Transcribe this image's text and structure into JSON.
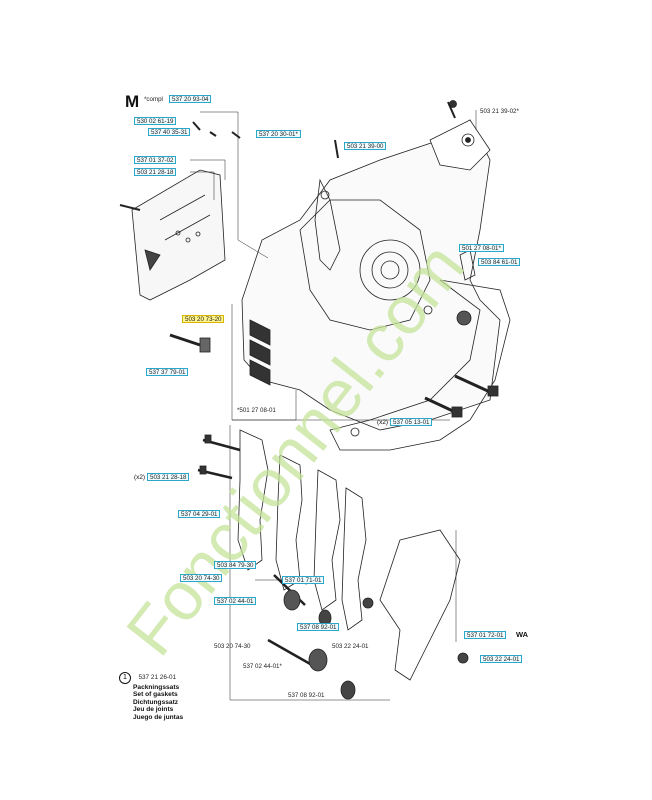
{
  "section_letter": "M",
  "compl_label": "*compl",
  "labels": {
    "compl_pn": "537 20 93-04",
    "l530_02_61_19": "530 02 61-19",
    "l537_40_35_31": "537 40 35-31",
    "l537_20_30_01": "537 20 30-01*",
    "l537_01_37_02": "537 01 37-02",
    "l503_21_28_18_top": "503 21 28-18",
    "l503_21_39_00": "503 21 39-00",
    "l503_21_39_02": "503 21 39-02*",
    "l501_27_08_01_right": "501 27 08-01*",
    "l503_84_61_01": "503 84 61-01",
    "l503_20_73_20": "503 20 73-20",
    "l537_37_79_01": "537 37 79-01",
    "l501_27_08_01_mid": "*501 27 08-01",
    "l537_05_13_01": "537 05 13-01",
    "l503_21_28_18_mid": "503 21 28-18",
    "l537_04_29_01": "537 04 29-01",
    "l503_84_79_30": "503 84 79-30",
    "l503_20_74_30_a": "503 20 74-30",
    "l537_01_71_01": "537 01 71-01",
    "l537_02_44_01_a": "537 02 44-01",
    "l537_08_92_01_a": "537 08 92-01",
    "l537_01_72_01": "537 01 72-01",
    "l503_22_24_01_a": "503 22 24-01",
    "l503_22_24_01_b": "503 22 24-01",
    "l503_20_74_30_b": "503 20 74-30",
    "l537_02_44_01_b": "537 02 44-01*",
    "l537_08_92_01_b": "537 08 92-01"
  },
  "marks": {
    "x2_a": "(x2)",
    "x2_b": "(x2)",
    "wa": "WA"
  },
  "legend": {
    "number": "1",
    "part_number": "537 21 26-01",
    "lines": [
      "Packningssats",
      "Set of gaskets",
      "Dichtungssatz",
      "Jeu de joints",
      "Juego de juntas"
    ]
  },
  "watermark_text": "Fonctionnel.com",
  "colors": {
    "label_border": "#2aa7c9",
    "highlight": "#fff48a",
    "watermark": "#c6e39a",
    "line": "#222222"
  }
}
